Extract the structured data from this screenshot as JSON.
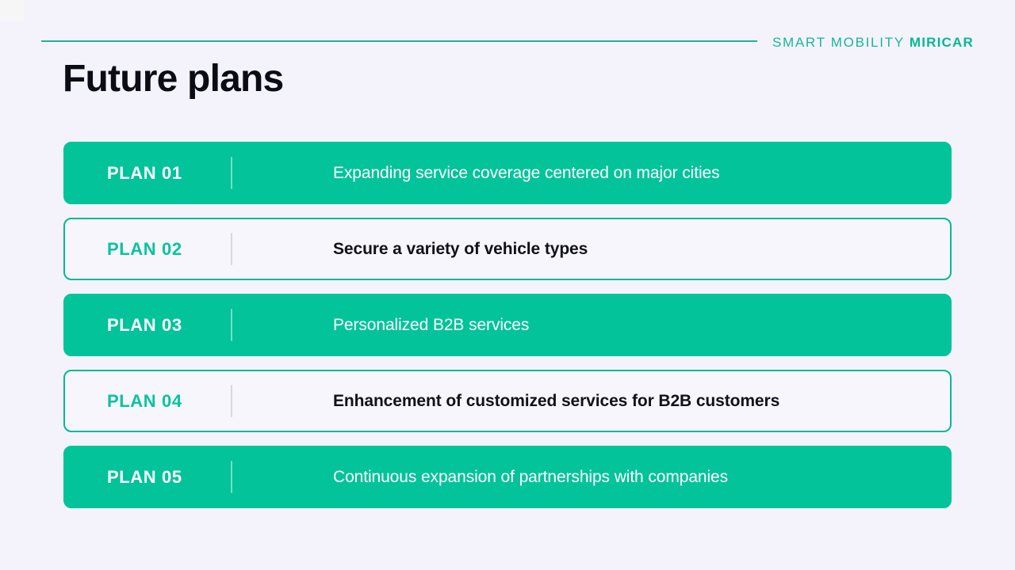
{
  "background_color": "#f4f3fc",
  "accent_color": "#03c39b",
  "accent_outline_color": "#06b894",
  "header": {
    "brand_prefix": "SMART MOBILITY",
    "brand_name": "MIRICAR"
  },
  "title": "Future plans",
  "plans": [
    {
      "label": "PLAN 01",
      "description": "Expanding service coverage centered on major cities",
      "style": "filled"
    },
    {
      "label": "PLAN 02",
      "description": "Secure a variety of vehicle types",
      "style": "outlined"
    },
    {
      "label": "PLAN 03",
      "description": "Personalized B2B services",
      "style": "filled"
    },
    {
      "label": "PLAN 04",
      "description": "Enhancement of customized services for B2B customers",
      "style": "outlined"
    },
    {
      "label": "PLAN 05",
      "description": "Continuous expansion of partnerships with companies",
      "style": "filled"
    }
  ]
}
